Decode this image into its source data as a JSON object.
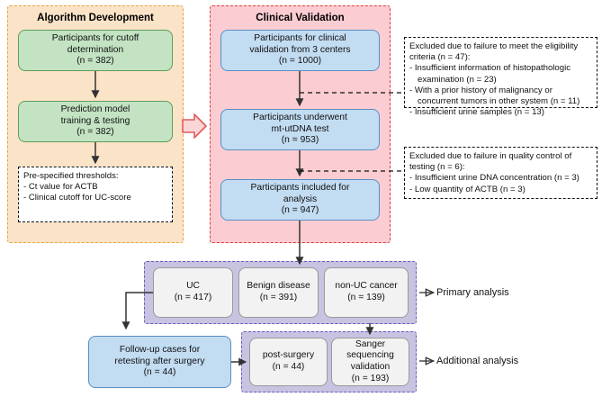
{
  "panels": {
    "algorithm": {
      "title": "Algorithm Development",
      "fill": "#fbe3c8",
      "border": "#e8a33d"
    },
    "clinical": {
      "title": "Clinical Validation",
      "fill": "#fbcdd2",
      "border": "#e23b3b"
    },
    "primary_group": {
      "fill": "#c7c3e0",
      "border": "#6a5bbf"
    },
    "additional_group": {
      "fill": "#c7c3e0",
      "border": "#6a5bbf"
    }
  },
  "nodes": {
    "cutoff": {
      "line1": "Participants for cutoff",
      "line2": "determination",
      "line3": "(n = 382)"
    },
    "prediction": {
      "line1": "Prediction model",
      "line2": "training & testing",
      "line3": "(n = 382)"
    },
    "clinical_1": {
      "line1": "Participants for clinical",
      "line2": "validation from 3 centers",
      "line3": "(n = 1000)"
    },
    "clinical_2": {
      "line1": "Participants underwent",
      "line2": "mt-utDNA test",
      "line3": "(n = 953)"
    },
    "clinical_3": {
      "line1": "Participants included for",
      "line2": "analysis",
      "line3": "(n = 947)"
    },
    "uc": {
      "line1": "UC",
      "line2": "(n = 417)"
    },
    "benign": {
      "line1": "Benign disease",
      "line2": "(n = 391)"
    },
    "nonuc": {
      "line1": "non-UC cancer",
      "line2": "(n = 139)"
    },
    "followup": {
      "line1": "Follow-up cases for",
      "line2": "retesting after surgery",
      "line3": "(n = 44)"
    },
    "post_surgery": {
      "line1": "post-surgery",
      "line2": "(n = 44)"
    },
    "sanger": {
      "line1": "Sanger sequencing",
      "line2": "validation",
      "line3": "(n = 193)"
    }
  },
  "notes": {
    "thresholds": {
      "line1": "Pre-specified thresholds:",
      "line2": "- Ct value for ACTB",
      "line3": "- Clinical cutoff for UC-score"
    },
    "excluded_eligibility": {
      "line1": "Excluded due to failure to meet the eligibility",
      "line2": "criteria (n = 47):",
      "line3": "- Insufficient information of histopathologic",
      "line4": "examination (n = 23)",
      "line5": "- With a prior history of malignancy or",
      "line6": "concurrent tumors in other system (n = 11)",
      "line7": "- Insufficient urine samples (n = 13)"
    },
    "excluded_qc": {
      "line1": "Excluded due to failure in quality control of",
      "line2": "testing (n = 6):",
      "line3": "- Insufficient urine DNA concentration (n = 3)",
      "line4": "- Low quantity of ACTB (n = 3)"
    }
  },
  "outcomes": {
    "primary": "Primary analysis",
    "additional": "Additional analysis"
  },
  "colors": {
    "green_fill": "#c3e3c3",
    "green_border": "#5b9e5b",
    "blue_fill": "#c2dcf2",
    "blue_border": "#5b8ec4",
    "grey_fill": "#f2f2f2",
    "grey_border": "#9a9a9a",
    "red_arrow": "#e05b5b",
    "connector": "#333333"
  }
}
